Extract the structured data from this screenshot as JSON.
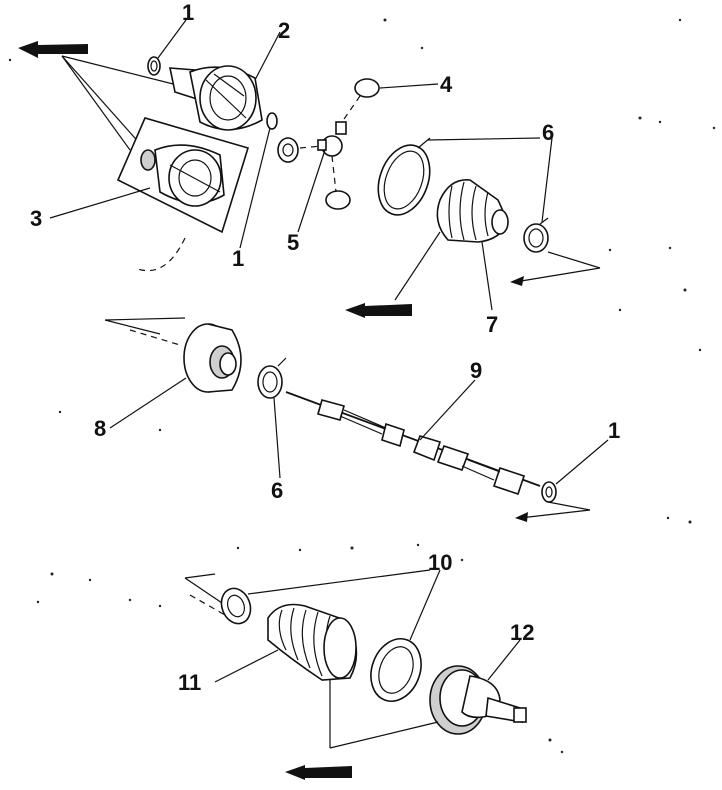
{
  "diagram": {
    "labels": [
      {
        "id": "label-1-top",
        "text": "1"
      },
      {
        "id": "label-2",
        "text": "2"
      },
      {
        "id": "label-3",
        "text": "3"
      },
      {
        "id": "label-4",
        "text": "4"
      },
      {
        "id": "label-5",
        "text": "5"
      },
      {
        "id": "label-6-top",
        "text": "6"
      },
      {
        "id": "label-7",
        "text": "7"
      },
      {
        "id": "label-8",
        "text": "8"
      },
      {
        "id": "label-6-mid",
        "text": "6"
      },
      {
        "id": "label-9",
        "text": "9"
      },
      {
        "id": "label-1-right",
        "text": "1"
      },
      {
        "id": "label-10",
        "text": "10"
      },
      {
        "id": "label-11",
        "text": "11"
      },
      {
        "id": "label-12",
        "text": "12"
      },
      {
        "id": "label-1-small",
        "text": "1"
      }
    ],
    "colors": {
      "ink": "#111111",
      "paper": "#ffffff",
      "shade": "#cfcfcf"
    },
    "icons": [
      "filled-arrow-icon",
      "direction-arrow-icon"
    ]
  }
}
